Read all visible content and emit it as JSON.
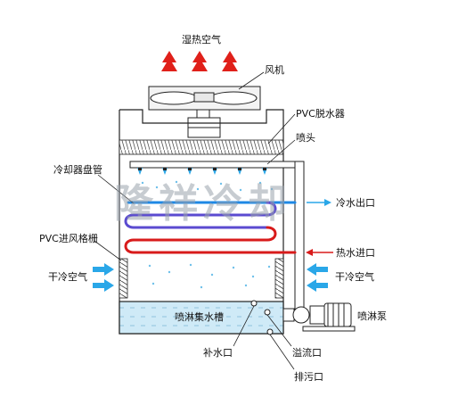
{
  "labels": {
    "humid_hot_air": "湿热空气",
    "fan": "风机",
    "pvc_eliminator": "PVC脱水器",
    "nozzle": "喷头",
    "cooler_coil": "冷却器盘管",
    "cold_water_outlet": "冷水出口",
    "pvc_inlet_louver": "PVC进风格栅",
    "hot_water_inlet": "热水进口",
    "dry_cold_air_left": "干冷空气",
    "dry_cold_air_right": "干冷空气",
    "spray_basin": "喷淋集水槽",
    "spray_pump": "喷淋泵",
    "makeup_water": "补水口",
    "overflow": "溢流口",
    "drain": "排污口"
  },
  "watermark": "隆祥冷却",
  "colors": {
    "hot_arrow": "#e0201a",
    "cold_arrow": "#2aa7e8",
    "coil_cold": "#1e88e5",
    "coil_hot": "#d81b1b",
    "coil_mid": "#8e3fb0",
    "water": "#bfe3f5",
    "line": "#222222"
  }
}
